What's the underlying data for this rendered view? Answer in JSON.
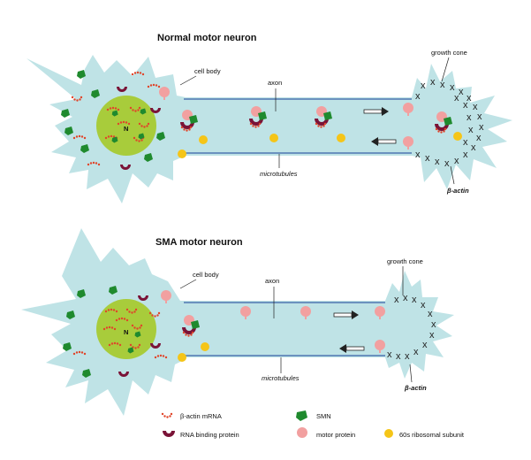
{
  "panels": [
    {
      "title": "Normal motor neuron",
      "labels": {
        "cell_body": "cell body",
        "axon": "axon",
        "growth_cone": "growth cone",
        "microtubules": "microtubules",
        "beta_actin": "β-actin",
        "nucleus": "N"
      }
    },
    {
      "title": "SMA motor neuron",
      "labels": {
        "cell_body": "cell body",
        "axon": "axon",
        "growth_cone": "growth cone",
        "microtubules": "microtubules",
        "beta_actin": "β-actin",
        "nucleus": "N"
      }
    }
  ],
  "legend": [
    {
      "label": "β-actin mRNA",
      "icon": "mrna-dots-icon"
    },
    {
      "label": "SMN",
      "icon": "smn-icon"
    },
    {
      "label": "RNA binding protein",
      "icon": "rna-binding-protein-icon"
    },
    {
      "label": "motor protein",
      "icon": "motor-protein-icon"
    },
    {
      "label": "60s ribosomal subunit",
      "icon": "ribosomal-subunit-icon"
    }
  ],
  "colors": {
    "cell": "#bfe3e6",
    "nucleus": "#a8cc3b",
    "smn": "#1f8a2e",
    "rbp": "#7a1337",
    "motor": "#f2a0a0",
    "ribosome": "#f5c518",
    "mrna": "#e0452a",
    "microtubule": "#3a62a8"
  }
}
